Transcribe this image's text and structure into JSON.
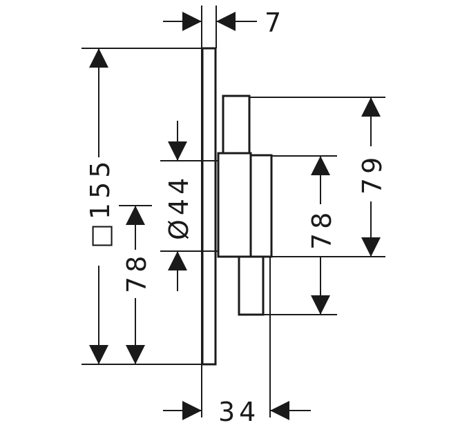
{
  "dimensions": {
    "top_width": "7",
    "plate_square": "□155",
    "lower_left_height": "78",
    "diameter": "Ø44",
    "right_middle_height": "78",
    "right_outer_height": "79",
    "bottom_depth": "34"
  },
  "colors": {
    "line": "#1a1a1a",
    "background": "#ffffff"
  }
}
